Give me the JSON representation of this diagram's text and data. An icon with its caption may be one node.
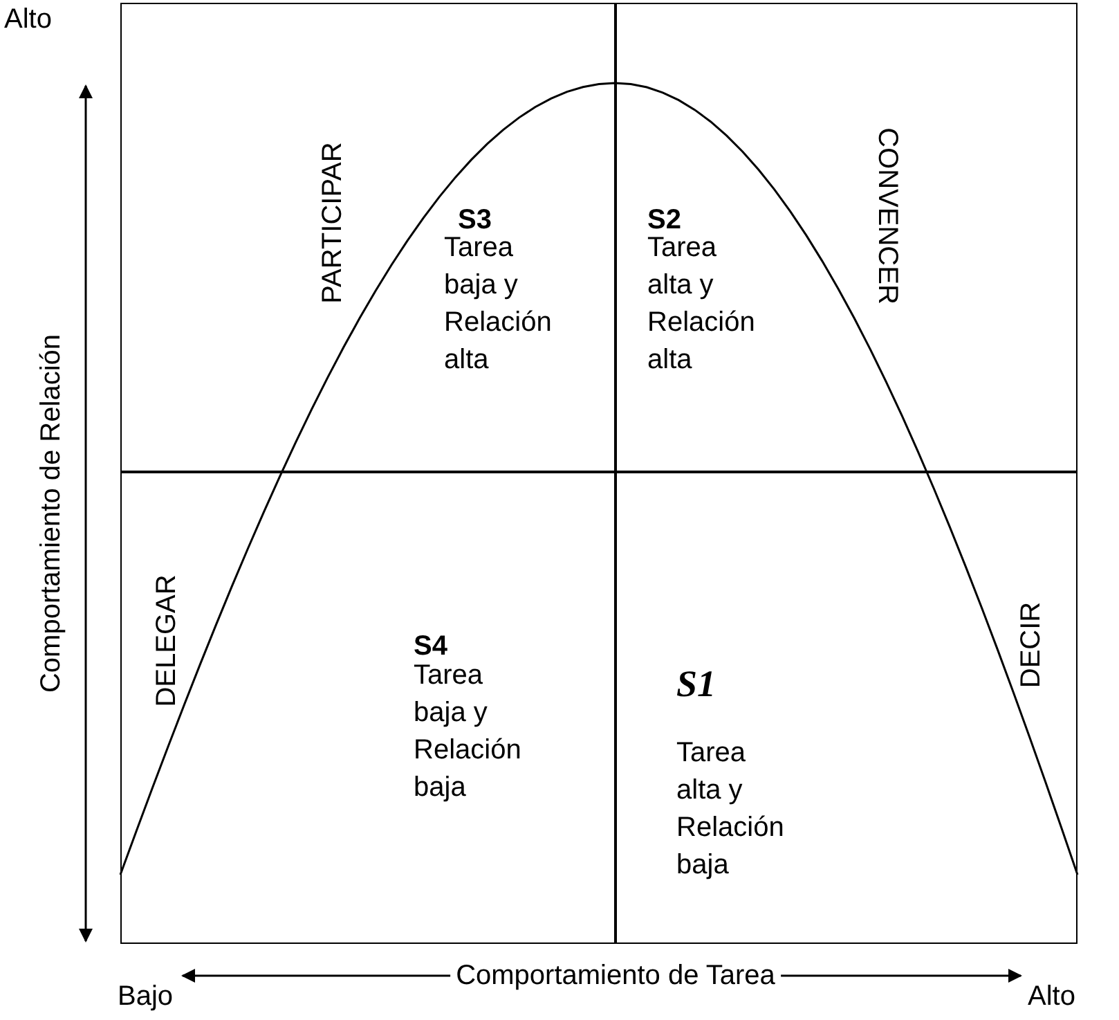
{
  "diagram": {
    "nodes": [
      {
        "text": [
          "PARTICIPAR",
          "S3",
          "Tarea baja y Relación alta"
        ]
      },
      {
        "text": [
          "S2",
          "Tarea alta y Relación alta",
          "CONVENCER"
        ]
      },
      {
        "text": [
          "DELEGAR",
          "S4",
          "Tarea baja y Relación baja"
        ]
      },
      {
        "text": [
          "S1",
          "Tarea alta y Relación baja",
          "DECIR"
        ]
      }
    ],
    "labels": [
      "Alto",
      "Comportamiento de Relación",
      "Bajo",
      "Comportamiento de Tarea",
      "Alto"
    ]
  }
}
